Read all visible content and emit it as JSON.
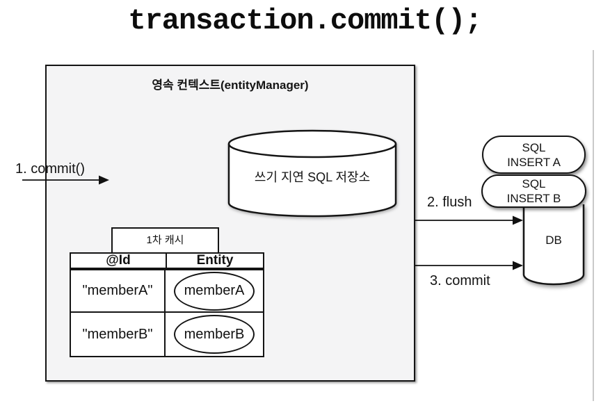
{
  "title": "transaction.commit();",
  "persistence_context": {
    "label": "영속 컨텍스트(entityManager)",
    "write_behind_store_label": "쓰기 지연 SQL 저장소",
    "first_level_cache": {
      "label": "1차 캐시",
      "columns": [
        "@Id",
        "Entity"
      ],
      "rows": [
        {
          "id": "\"memberA\"",
          "entity": "memberA"
        },
        {
          "id": "\"memberB\"",
          "entity": "memberB"
        }
      ]
    }
  },
  "flow_labels": {
    "step1": "1. commit()",
    "step2": "2. flush",
    "step3": "3. commit"
  },
  "sql_store_items": [
    {
      "line1": "SQL",
      "line2": "INSERT A"
    },
    {
      "line1": "SQL",
      "line2": "INSERT B"
    }
  ],
  "database": {
    "label": "DB"
  },
  "colors": {
    "box_fill": "#f4f4f5",
    "line": "#141414",
    "page_edge": "#c9c9c9",
    "shape_fill": "#ffffff"
  }
}
